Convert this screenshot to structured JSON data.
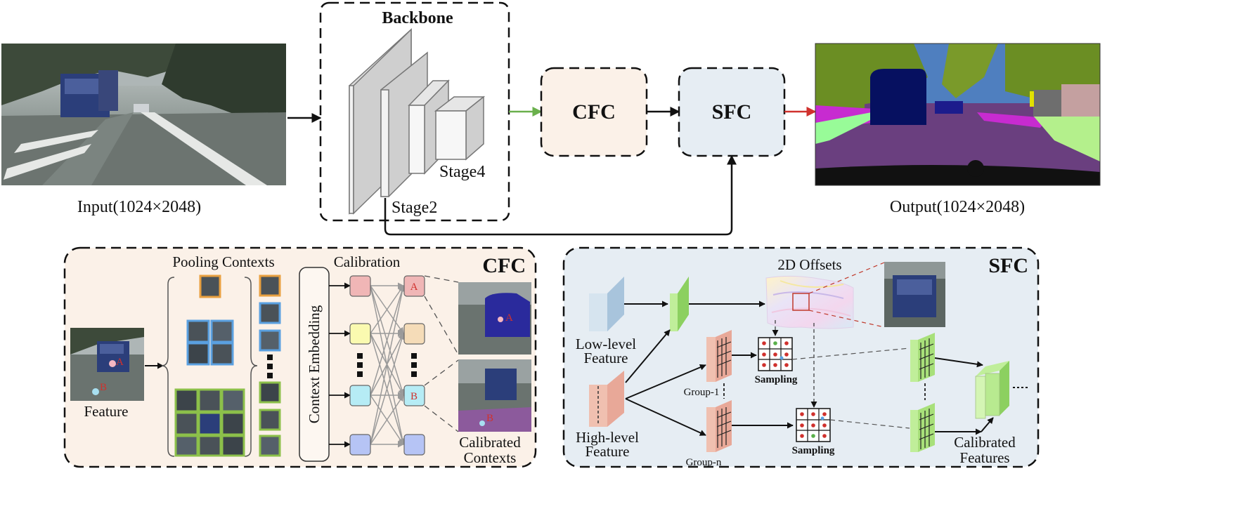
{
  "top": {
    "input_label": "Input(1024×2048)",
    "backbone_title": "Backbone",
    "stage2_label": "Stage2",
    "stage4_label": "Stage4",
    "cfc_label": "CFC",
    "sfc_label": "SFC",
    "output_label": "Output(1024×2048)"
  },
  "cfc_panel": {
    "title": "CFC",
    "feature_label": "Feature",
    "pooling_label": "Pooling Contexts",
    "embedding_label": "Context  Embedding",
    "calibration_label": "Calibration",
    "calibrated_label_1": "Calibrated",
    "calibrated_label_2": "Contexts",
    "point_a": "A",
    "point_b": "B"
  },
  "sfc_panel": {
    "title": "SFC",
    "offsets_label": "2D Offsets",
    "low_level_1": "Low-level",
    "low_level_2": "Feature",
    "high_level_1": "High-level",
    "high_level_2": "Feature",
    "group_1": "Group-1",
    "group_n": "Group-n",
    "sampling_label": "Sampling",
    "calibrated_label_1": "Calibrated",
    "calibrated_label_2": "Features"
  },
  "colors": {
    "cfc_fill": "#fbf1e8",
    "sfc_fill": "#e6edf3",
    "arrow_green": "#6ab04c",
    "arrow_red": "#d0312d"
  }
}
